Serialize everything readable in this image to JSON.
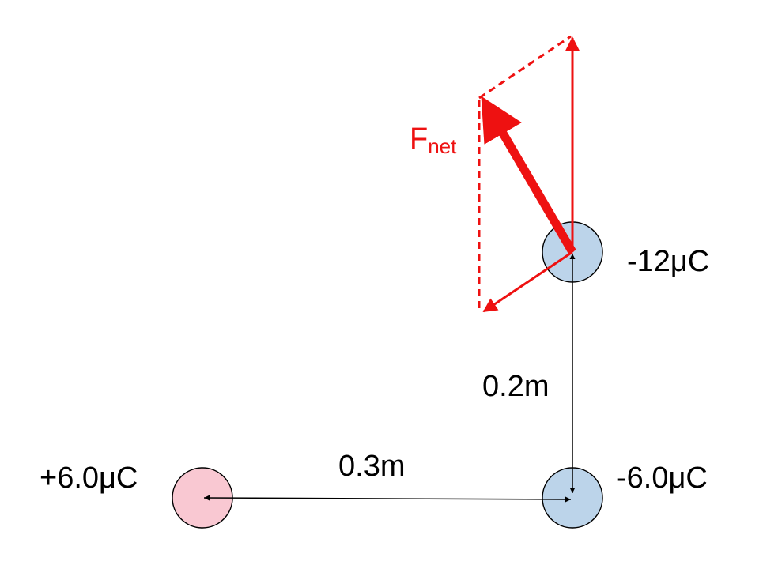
{
  "charges": [
    {
      "id": "left",
      "label": "+6.0μC",
      "fill": "#f9c8d2"
    },
    {
      "id": "bottom",
      "label": "-6.0μC",
      "fill": "#bcd4ea"
    },
    {
      "id": "top",
      "label": "-12μC",
      "fill": "#bcd4ea"
    }
  ],
  "distances": {
    "horizontal": "0.3m",
    "vertical": "0.2m"
  },
  "net_force": {
    "symbol": "F",
    "subscript": "net"
  },
  "colors": {
    "force": "#ee1111",
    "charge_stroke": "#000000",
    "dimension_line": "#000000"
  }
}
